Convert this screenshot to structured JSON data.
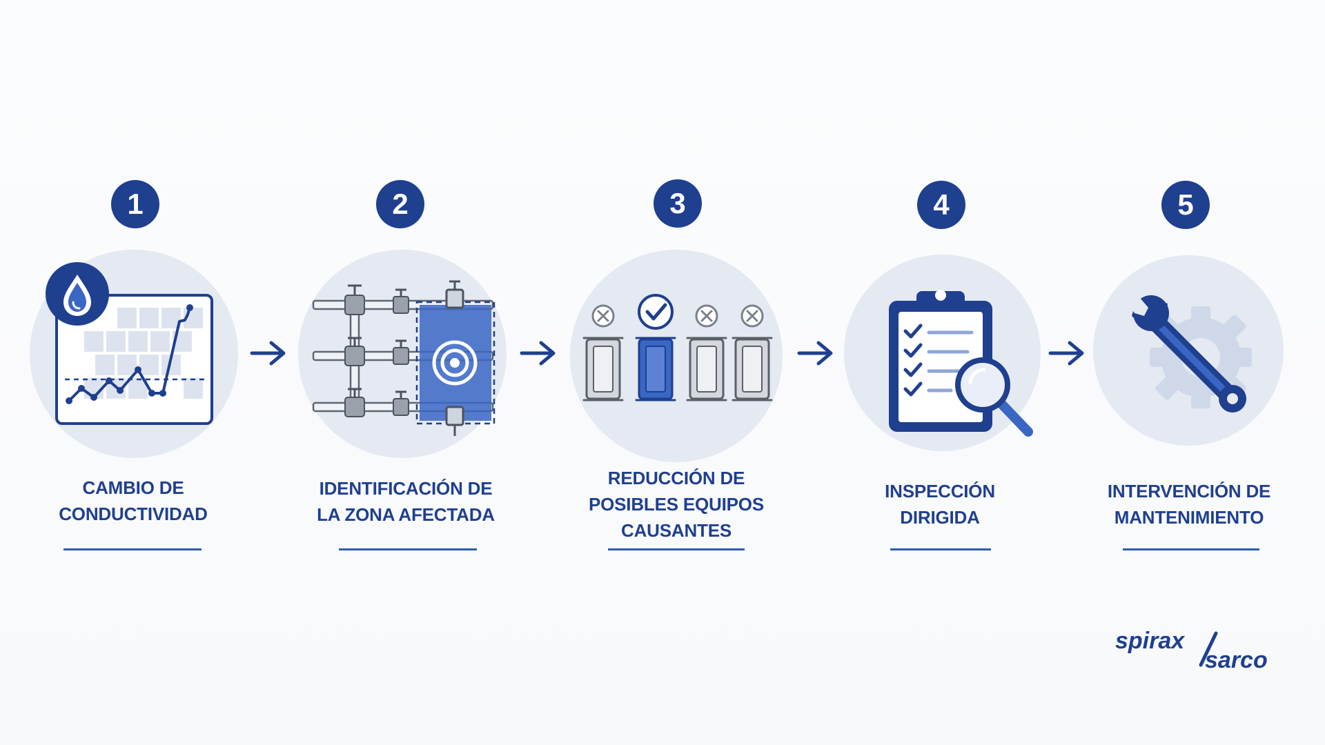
{
  "steps": [
    {
      "number": "1",
      "line1": "CAMBIO DE",
      "line2": "CONDUCTIVIDAD",
      "icon": "conductivity-chart-icon"
    },
    {
      "number": "2",
      "line1": "IDENTIFICACIÓN DE",
      "line2": "LA ZONA AFECTADA",
      "icon": "piping-zone-icon"
    },
    {
      "number": "3",
      "line1": "REDUCCIÓN DE",
      "line2": "POSIBLES EQUIPOS",
      "line3": "CAUSANTES",
      "icon": "equipment-selection-icon"
    },
    {
      "number": "4",
      "line1": "INSPECCIÓN",
      "line2": "DIRIGIDA",
      "icon": "clipboard-magnifier-icon"
    },
    {
      "number": "5",
      "line1": "INTERVENCIÓN DE",
      "line2": "MANTENIMIENTO",
      "icon": "wrench-gear-icon"
    }
  ],
  "logo": {
    "word1": "spirax",
    "word2": "sarco"
  },
  "colors": {
    "primary": "#1f3f8f",
    "accent": "#3a66c4",
    "disc": "#e4e9f2",
    "gray": "#8a8f98"
  }
}
